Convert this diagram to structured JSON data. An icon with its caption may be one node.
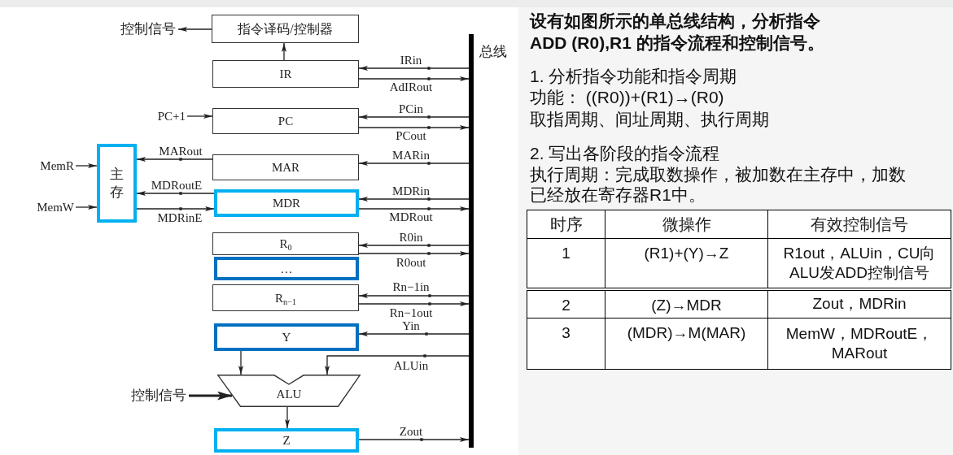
{
  "diagram": {
    "nodes": [
      {
        "text": [
          "控制信号"
        ]
      },
      {
        "text": [
          "指令译码/控制器"
        ]
      },
      {
        "text": [],
        "shape": "bar",
        "beside": [
          "总线"
        ]
      },
      {
        "text": [
          "IR"
        ]
      },
      {
        "text": [
          "PC+1"
        ]
      },
      {
        "text": [
          "PC"
        ]
      },
      {
        "text": [
          "MemR"
        ]
      },
      {
        "text": [
          "主存"
        ]
      },
      {
        "text": [
          "MAR"
        ]
      },
      {
        "text": [
          "MemW"
        ]
      },
      {
        "text": [
          "MDR"
        ]
      },
      {
        "text": [
          "R$_{0}$"
        ]
      },
      {
        "text": [
          "…"
        ]
      },
      {
        "text": [
          "R$_{n−1}$"
        ]
      },
      {
        "text": [
          "Y"
        ]
      },
      {
        "text": [
          "控制信号"
        ]
      },
      {
        "text": [
          "ALU"
        ]
      },
      {
        "text": [
          "Z"
        ]
      }
    ],
    "edges": [
      {
        "from": 1,
        "to": 0,
        "arrow": "to"
      },
      {
        "from": 3,
        "to": 1,
        "arrow": "to"
      },
      {
        "from": 2,
        "to": 3,
        "arrow": "to",
        "label": "IRin"
      },
      {
        "from": 3,
        "to": 2,
        "arrow": "to",
        "label": "AdIRout"
      },
      {
        "from": 4,
        "to": 5,
        "arrow": "to"
      },
      {
        "from": 2,
        "to": 5,
        "arrow": "to",
        "label": "PCin"
      },
      {
        "from": 5,
        "to": 2,
        "arrow": "to",
        "label": "PCout"
      },
      {
        "from": 6,
        "to": 7,
        "arrow": "to"
      },
      {
        "from": 8,
        "to": 7,
        "arrow": "to",
        "label": "MARout"
      },
      {
        "from": 2,
        "to": 8,
        "arrow": "to",
        "label": "MARin"
      },
      {
        "from": 9,
        "to": 7,
        "arrow": "to"
      },
      {
        "from": 10,
        "to": 7,
        "arrow": "to",
        "label": "MDRoutE"
      },
      {
        "from": 7,
        "to": 10,
        "arrow": "to",
        "label": "MDRinE"
      },
      {
        "from": 2,
        "to": 10,
        "arrow": "to",
        "label": "MDRin"
      },
      {
        "from": 10,
        "to": 2,
        "arrow": "to",
        "label": "MDRout"
      },
      {
        "from": 2,
        "to": 11,
        "arrow": "to",
        "label": "R0in"
      },
      {
        "from": 11,
        "to": 2,
        "arrow": "to",
        "label": "R0out"
      },
      {
        "from": 2,
        "to": 13,
        "arrow": "to",
        "label": "Rn−1in"
      },
      {
        "from": 13,
        "to": 2,
        "arrow": "to",
        "label": "Rn−1out"
      },
      {
        "from": 2,
        "to": 14,
        "arrow": "to",
        "label": "Yin"
      },
      {
        "from": 14,
        "to": 16,
        "arrow": "to"
      },
      {
        "from": 2,
        "to": 16,
        "arrow": "to",
        "label": "ALUin"
      },
      {
        "from": 15,
        "to": 16,
        "arrow": "to",
        "style": "thick"
      },
      {
        "from": 16,
        "to": 17,
        "arrow": "to"
      },
      {
        "from": 17,
        "to": 2,
        "arrow": "to",
        "label": "Zout"
      }
    ],
    "labels": [
      "设有如图所示的单总线结构，分析指令 ADD (R0),R1 的指令流程和控制信号。",
      "1. 分析指令功能和指令周期",
      "功能： ((R0))+(R1)→(R0)",
      "取指周期、间址周期、执行周期",
      "2. 写出各阶段的指令流程",
      "执行周期：完成取数操作，被加数在主存中，加数已经放在寄存器R1中。",
      "时序",
      "微操作",
      "有效控制信号",
      "1",
      "(R1)+(Y)→Z",
      "R1out，ALUin，CU向ALU发ADD控制信号",
      "2",
      "(Z)→MDR",
      "Zout，MDRin",
      "3",
      "(MDR)→M(MAR)",
      "MemW，MDRoutE，MARout"
    ]
  }
}
